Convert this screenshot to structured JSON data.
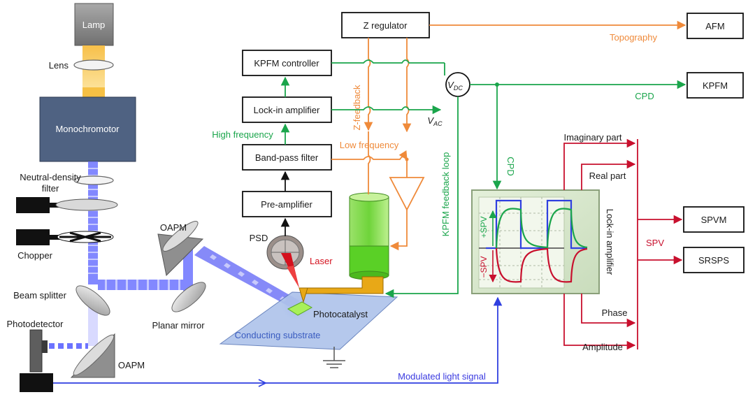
{
  "optics": {
    "lamp": "Lamp",
    "lens": "Lens",
    "monochromator": "Monochromotor",
    "nd_filter_line1": "Neutral-density",
    "nd_filter_line2": "filter",
    "chopper": "Chopper",
    "oapm_top": "OAPM",
    "beam_splitter": "Beam splitter",
    "planar_mirror": "Planar mirror",
    "photodetector": "Photodetector",
    "oapm_bottom": "OAPM"
  },
  "afm": {
    "psd": "PSD",
    "laser": "Laser",
    "photocatalyst": "Photocatalyst",
    "substrate": "Conducting substrate"
  },
  "blocks": {
    "z_regulator": "Z regulator",
    "kpfm_controller": "KPFM controller",
    "lockin_amplifier": "Lock-in amplifier",
    "bandpass_filter": "Band-pass filter",
    "preamplifier": "Pre-amplifier",
    "afm_out": "AFM",
    "kpfm_out": "KPFM",
    "spvm_out": "SPVM",
    "srsps_out": "SRSPS",
    "vdc_main": "V",
    "vdc_sub": "DC"
  },
  "signals": {
    "topography": "Topography",
    "cpd_top": "CPD",
    "high_frequency": "High frequency",
    "low_frequency": "Low frequency",
    "z_feedback": "Z-feedback",
    "vac_main": "V",
    "vac_sub": "AC",
    "kpfm_feedback_loop": "KPFM feedback loop",
    "cpd_vertical": "CPD",
    "imaginary_part": "Imaginary part",
    "real_part": "Real part",
    "phase": "Phase",
    "amplitude": "Amplitude",
    "spv": "SPV",
    "modulated_light": "Modulated light signal",
    "lockin_vertical": "Lock-in amplifier",
    "plus_spv": "+SPV",
    "minus_spv": "−SPV"
  },
  "colors": {
    "green": "#1aa54b",
    "orange": "#ef8a3a",
    "red": "#c8102e",
    "blue": "#2f3fe0",
    "monochromator": "#4f6282"
  }
}
